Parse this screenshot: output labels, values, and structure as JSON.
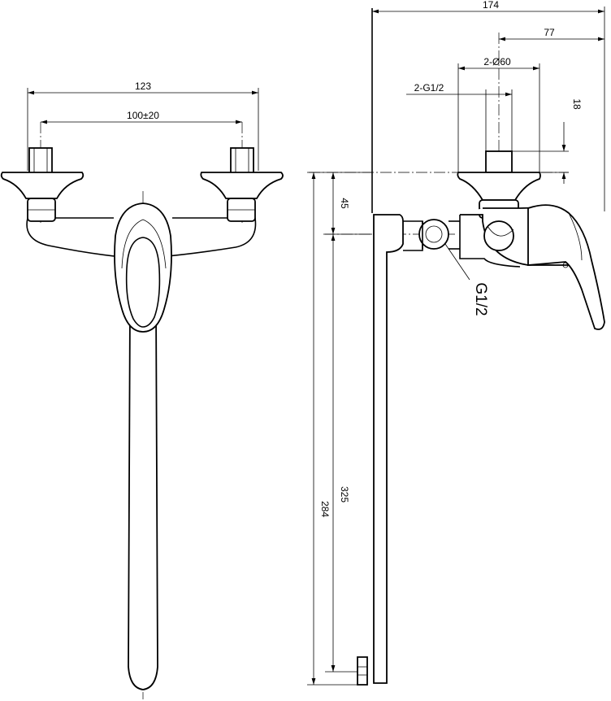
{
  "dimensions": {
    "front_overall_width": "123",
    "front_inlet_spacing": "100±20",
    "side_overall_depth": "174",
    "side_wall_to_spout": "77",
    "flange_diameter": "2-Ø60",
    "inlet_thread": "2-G1/2",
    "flange_thickness": "18",
    "inlet_to_body": "45",
    "inlet_to_spout_tip": "325",
    "spout_length": "284"
  },
  "callouts": {
    "outlet_thread": "G1/2"
  }
}
